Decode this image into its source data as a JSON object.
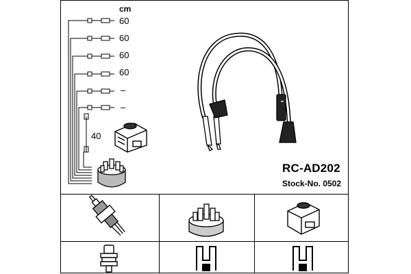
{
  "header": {
    "unit": "cm"
  },
  "cables": [
    {
      "length": "60"
    },
    {
      "length": "60"
    },
    {
      "length": "60"
    },
    {
      "length": "60"
    },
    {
      "length": "–"
    },
    {
      "length": "–"
    },
    {
      "length": "40"
    }
  ],
  "product": {
    "code": "RC-AD202",
    "stock": "Stock-No. 0502"
  },
  "icons": [
    "ignition-cable-icon",
    "ignition-coil-icon",
    "distributor-cap-icon",
    "spark-plug-icon",
    "plug-connector-icon",
    "cap-terminal-icon",
    "coil-terminal-icon"
  ]
}
